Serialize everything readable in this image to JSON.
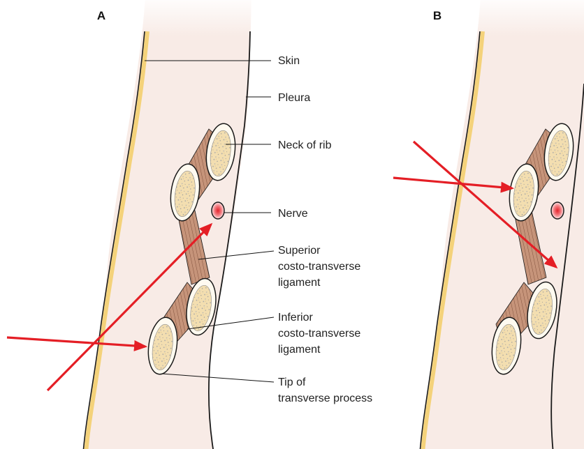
{
  "panels": [
    {
      "id": "A",
      "label": "A"
    },
    {
      "id": "B",
      "label": "B"
    }
  ],
  "labels": {
    "skin": "Skin",
    "pleura": "Pleura",
    "neck_of_rib": "Neck of rib",
    "nerve": "Nerve",
    "superior": [
      "Superior",
      "costo-transverse",
      "ligament"
    ],
    "inferior": [
      "Inferior",
      "costo-transverse",
      "ligament"
    ],
    "tip": [
      "Tip of",
      "transverse process"
    ]
  },
  "colors": {
    "tissue": "#f8ebe6",
    "tissue_fade": "#ffffff",
    "skin_line": "#f4d27a",
    "outline": "#1a1a1a",
    "bone_fill": "#fffaf0",
    "bone_marrow": "#f3deb0",
    "ligament": "#c6947a",
    "ligament_stripe": "#7a4a36",
    "nerve_fill": "#ea3a44",
    "needle": "#e41e25"
  },
  "icons": {
    "needle": "red-arrow-icon",
    "bone": "bone-cross-section-icon"
  }
}
